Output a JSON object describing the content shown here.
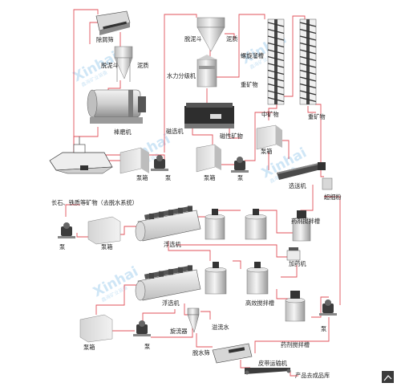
{
  "labels": {
    "screen_top": "除屑筛",
    "desliming_hopper_1": "脱泥斗",
    "slime_1": "泥质",
    "desliming_hopper_2": "脱泥斗",
    "slime_2": "泥质",
    "hydro_classifier": "水力分级机",
    "spiral_chute": "螺旋溜槽",
    "heavy_mineral_1": "重矿物",
    "middle_mineral": "中矿物",
    "heavy_mineral_2": "重矿物",
    "rod_mill": "棒磨机",
    "magnetic_separator": "磁选机",
    "magnetic_mineral": "磁性矿物",
    "pump_box_1": "泵箱",
    "pump_1": "泵",
    "pump_box_2": "泵箱",
    "pump_box_3": "泵箱",
    "pump_3": "泵",
    "feeder": "选送机",
    "ultrafine_powder": "超细粉",
    "tailings_note": "长石、铁质等矿物（去脱水系统）",
    "pump_left": "泵",
    "pump_box_left": "泵箱",
    "flotation_1": "浮选机",
    "reagent_tank_1": "药剂搅拌槽",
    "dosing_machine": "加药机",
    "high_eff_tank": "高效搅拌槽",
    "flotation_2": "浮选机",
    "pump_box_bottom": "泵箱",
    "pump_bottom": "泵",
    "cyclone": "旋流器",
    "overflow_water": "溢流水",
    "reagent_tank_2": "药剂搅拌槽",
    "pump_right": "泵",
    "dewatering_screen": "脱水筛",
    "belt_conveyor": "皮带运输机",
    "product_store": "产品去成品库"
  },
  "watermarks": [
    {
      "brand": "Xinhai",
      "sub": "鑫海矿业装备"
    },
    {
      "brand": "Xinhai",
      "sub": "鑫海矿业装备"
    },
    {
      "brand": "Xinhai",
      "sub": "鑫海矿业装备"
    },
    {
      "brand": "Xinhai",
      "sub": "鑫海矿业装备"
    },
    {
      "brand": "Xinhai",
      "sub": "鑫海矿业装备"
    }
  ],
  "colors": {
    "pipe": "#e0505a",
    "equipment_gray": "#9a9a9a",
    "equipment_light": "#e4e4e4",
    "equipment_dark": "#3a3a3a",
    "watermark": "#cfe6f6"
  }
}
